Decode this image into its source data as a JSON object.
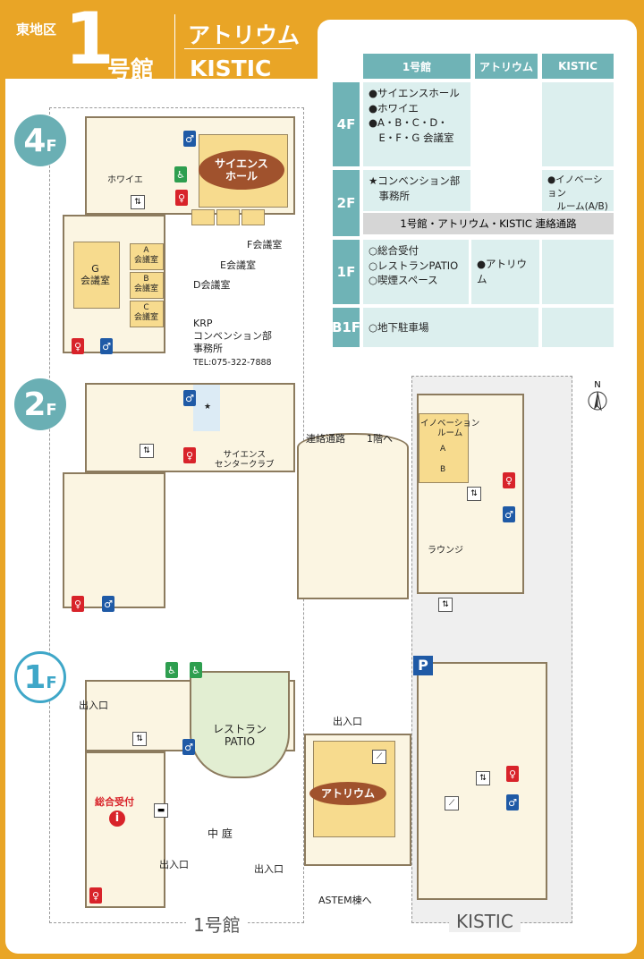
{
  "header": {
    "district": "東地区",
    "number": "1",
    "building": "号館",
    "atrium": "アトリウム",
    "kistic": "KISTIC"
  },
  "table": {
    "columns": [
      "1号館",
      "アトリウム",
      "KISTIC"
    ],
    "rows": [
      {
        "floor": "4F",
        "bldg1": [
          "●サイエンスホール",
          "●ホワイエ",
          "●A・B・C・D・",
          "　E・F・G 会議室"
        ],
        "atrium": [],
        "kistic": []
      },
      {
        "floor": "2F",
        "bldg1": [
          "★コンベンション部",
          "　事務所"
        ],
        "atrium": [],
        "kistic": [
          "●イノベーション",
          "　ルーム(A/B)"
        ],
        "corridor": "1号館・アトリウム・KISTIC 連絡通路"
      },
      {
        "floor": "1F",
        "bldg1": [
          "○総合受付",
          "○レストランPATIO",
          "○喫煙スペース"
        ],
        "atrium": [
          "●アトリウム"
        ],
        "kistic": []
      },
      {
        "floor": "B1F",
        "bldg1": [
          "○地下駐車場"
        ],
        "kistic": []
      }
    ]
  },
  "floors": {
    "f4": {
      "badge": "4",
      "unit": "F",
      "science_hall": "サイエンス\nホール",
      "foyer": "ホワイエ",
      "room_g": "G\n会議室",
      "room_a": "A\n会議室",
      "room_b": "B\n会議室",
      "room_c": "C\n会議室",
      "room_d": "D会議室",
      "room_e": "E会議室",
      "room_f": "F会議室",
      "krp": "KRP",
      "convention": "コンベンション部",
      "office": "事務所",
      "tel": "TEL:075-322-7888"
    },
    "f2": {
      "badge": "2",
      "unit": "F",
      "club": "サイエンス\nセンタークラブ",
      "corridor": "連絡通路",
      "to1f": "1階へ",
      "innovation": "イノベーション\nルーム",
      "room_a": "A",
      "room_b": "B",
      "lounge": "ラウンジ",
      "star": "★"
    },
    "f1": {
      "badge": "1",
      "unit": "F",
      "exit": "出入口",
      "restaurant": "レストラン\nPATIO",
      "reception": "総合受付",
      "courtyard": "中 庭",
      "atrium": "アトリウム",
      "astem": "ASTEM棟へ",
      "parking": "P"
    },
    "bottom": {
      "bldg1": "1号館",
      "kistic": "KISTIC"
    },
    "compass": "N"
  },
  "colors": {
    "orange": "#E9A526",
    "teal": "#6FB3B6",
    "light_teal": "#DCEFEE",
    "room": "#F7DB8E",
    "hall": "#A0522D"
  }
}
